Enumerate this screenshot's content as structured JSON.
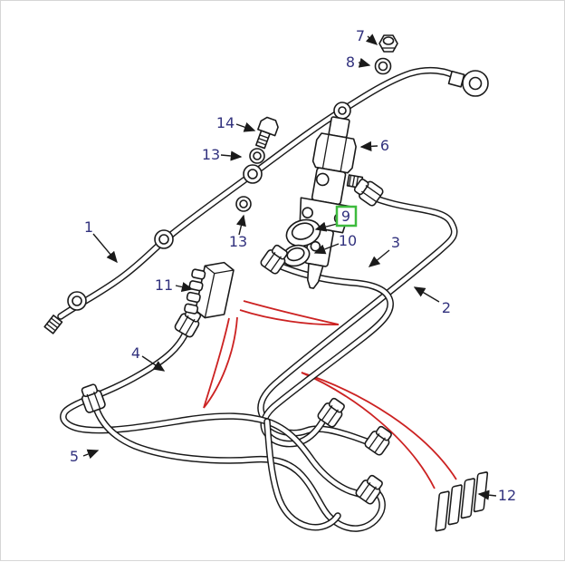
{
  "figure": {
    "background": "#ffffff",
    "line_color": "#1a1a1a",
    "label_color": "#32327e",
    "red_leader_color": "#cc2222",
    "highlight_color": "#3dbb3d",
    "highlighted_callout": "9"
  },
  "callouts": [
    {
      "label": "1"
    },
    {
      "label": "2"
    },
    {
      "label": "3"
    },
    {
      "label": "4"
    },
    {
      "label": "5"
    },
    {
      "label": "6"
    },
    {
      "label": "7"
    },
    {
      "label": "8"
    },
    {
      "label": "9"
    },
    {
      "label": "10"
    },
    {
      "label": "11"
    },
    {
      "label": "12"
    },
    {
      "label": "13"
    },
    {
      "label": "13"
    },
    {
      "label": "14"
    }
  ]
}
